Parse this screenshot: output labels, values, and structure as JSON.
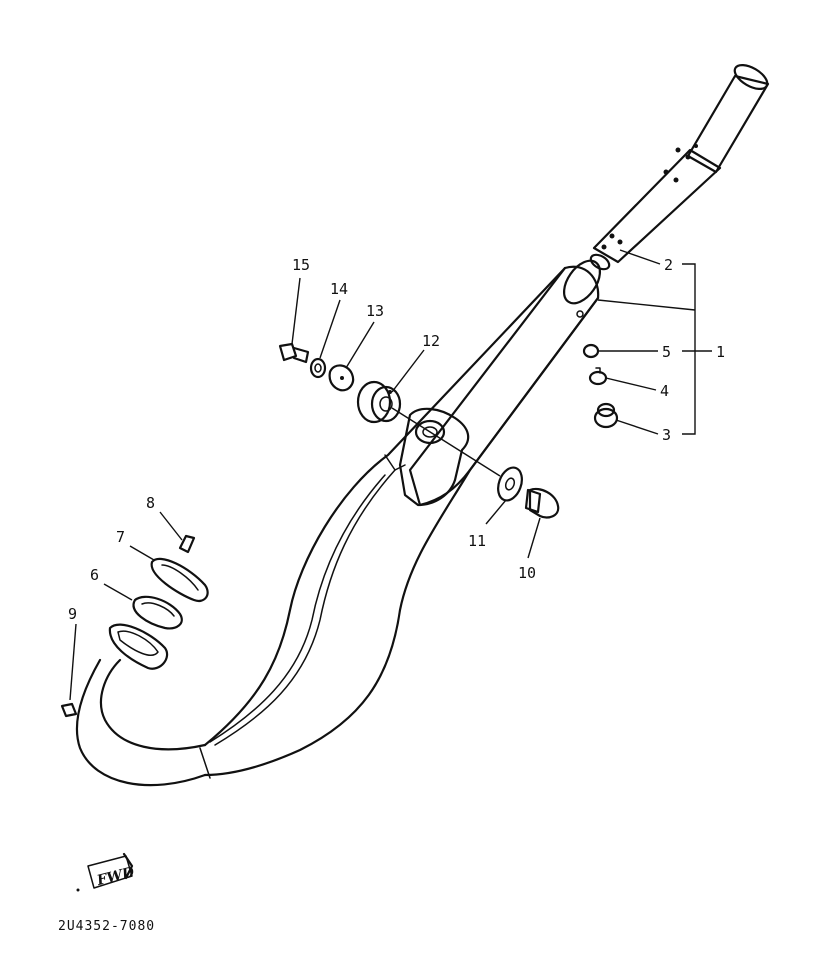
{
  "callouts": {
    "c1": "1",
    "c2": "2",
    "c3": "3",
    "c4": "4",
    "c5": "5",
    "c6": "6",
    "c7": "7",
    "c8": "8",
    "c9": "9",
    "c10": "10",
    "c11": "11",
    "c12": "12",
    "c13": "13",
    "c14": "14",
    "c15": "15"
  },
  "direction_label": "FWD",
  "diagram_code": "2U4352-7080",
  "colors": {
    "ink": "#111111",
    "paper": "#ffffff"
  }
}
